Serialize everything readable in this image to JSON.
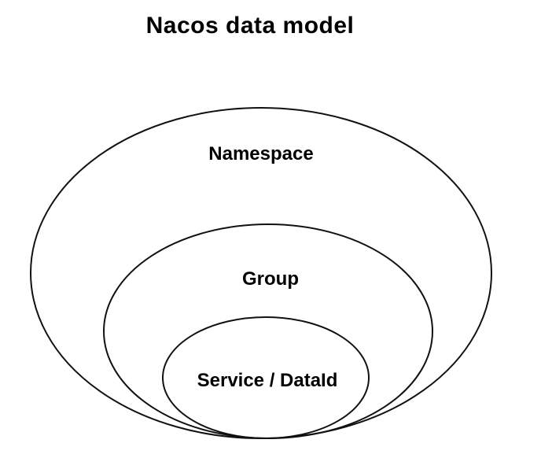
{
  "diagram": {
    "title": "Nacos data model",
    "rings": [
      {
        "id": "namespace",
        "label": "Namespace"
      },
      {
        "id": "group",
        "label": "Group"
      },
      {
        "id": "service-dataid",
        "label": "Service / DataId"
      }
    ],
    "colors": {
      "stroke": "#111111",
      "text": "#000000",
      "background": "#ffffff"
    }
  }
}
